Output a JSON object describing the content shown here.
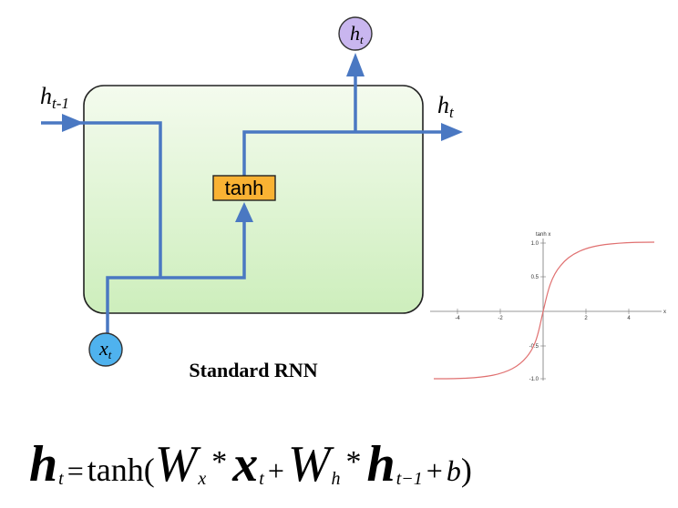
{
  "diagram": {
    "input_prev_label": {
      "base": "h",
      "sub": "t-1"
    },
    "output_right_label": {
      "base": "h",
      "sub": "t"
    },
    "output_top_node": {
      "base": "h",
      "sub": "t"
    },
    "input_node": {
      "base": "x",
      "sub": "t"
    },
    "gate_label": "tanh",
    "caption": "Standard RNN"
  },
  "colors": {
    "cell_fill_top": "#f4fbee",
    "cell_fill_bottom": "#cdeebc",
    "cell_border": "#222222",
    "wire": "#4a78c2",
    "gate_fill": "#f9b233",
    "output_node_fill": "#c9b6ef",
    "input_node_fill": "#4fb2ee",
    "tanh_curve": "#e07070"
  },
  "tanh_plot": {
    "title": "tanh x",
    "x_axis_label": "x",
    "x_ticks": [
      "-4",
      "-2",
      "2",
      "4"
    ],
    "y_ticks": [
      "1.0",
      "0.5",
      "-0.5",
      "-1.0"
    ]
  },
  "equation": {
    "lhs_base": "h",
    "lhs_sub": "t",
    "eq": "=",
    "fn": "tanh(",
    "w1": "W",
    "w1_sub": "x",
    "star1": "*",
    "x": "x",
    "x_sub": "t",
    "plus1": "+",
    "w2": "W",
    "w2_sub": "h",
    "star2": "*",
    "h": "h",
    "h_sub": "t−1",
    "plus2": "+",
    "b": "b",
    "close": ")"
  }
}
